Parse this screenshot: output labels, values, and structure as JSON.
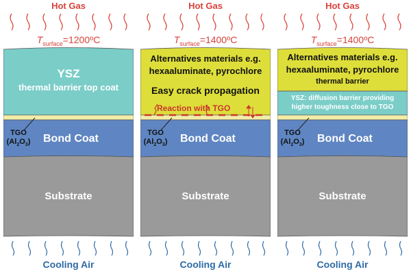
{
  "colors": {
    "hot_gas": "#d8423a",
    "cooling_air": "#2d6aa6",
    "ysz_topcoat": "#7bcdc8",
    "alt_material": "#dede3a",
    "tgo_layer": "#f2eda8",
    "bond_coat": "#5f86c2",
    "substrate": "#9a9a9a"
  },
  "panels": [
    {
      "hot_gas": "Hot Gas",
      "t_prefix": "T",
      "t_sub": "surface",
      "t_value": "=1200ºC",
      "top_coat": {
        "title": "YSZ",
        "subtitle": "thermal barrier top coat"
      },
      "tgo": {
        "line1": "TGO",
        "line2_pre": "(Al",
        "sub1": "2",
        "mid": "O",
        "sub2": "3",
        "close": ")"
      },
      "bond_coat": "Bond Coat",
      "substrate": "Substrate",
      "cooling_air": "Cooling Air"
    },
    {
      "hot_gas": "Hot Gas",
      "t_prefix": "T",
      "t_sub": "surface",
      "t_value": "=1400ºC",
      "top_coat": {
        "line1": "Alternatives materials e.g.",
        "line2": "hexaaluminate, pyrochlore",
        "crack": "Easy crack propagation",
        "reaction": "Reaction with TGO"
      },
      "tgo": {
        "line1": "TGO",
        "line2_pre": "(Al",
        "sub1": "2",
        "mid": "O",
        "sub2": "3",
        "close": ")"
      },
      "bond_coat": "Bond Coat",
      "substrate": "Substrate",
      "cooling_air": "Cooling Air"
    },
    {
      "hot_gas": "Hot Gas",
      "t_prefix": "T",
      "t_sub": "surface",
      "t_value": "=1400ºC",
      "top_coat": {
        "line1": "Alternatives materials e.g.",
        "line2": "hexaaluminate, pyrochlore",
        "line3": "thermal barrier"
      },
      "ysz_layer": {
        "prefix": "YSZ:",
        "line1_rest": "diffusion barrier providing",
        "line2": "higher toughness close to TGO"
      },
      "tgo": {
        "line1": "TGO",
        "line2_pre": "(Al",
        "sub1": "2",
        "mid": "O",
        "sub2": "3",
        "close": ")"
      },
      "bond_coat": "Bond Coat",
      "substrate": "Substrate",
      "cooling_air": "Cooling Air"
    }
  ]
}
